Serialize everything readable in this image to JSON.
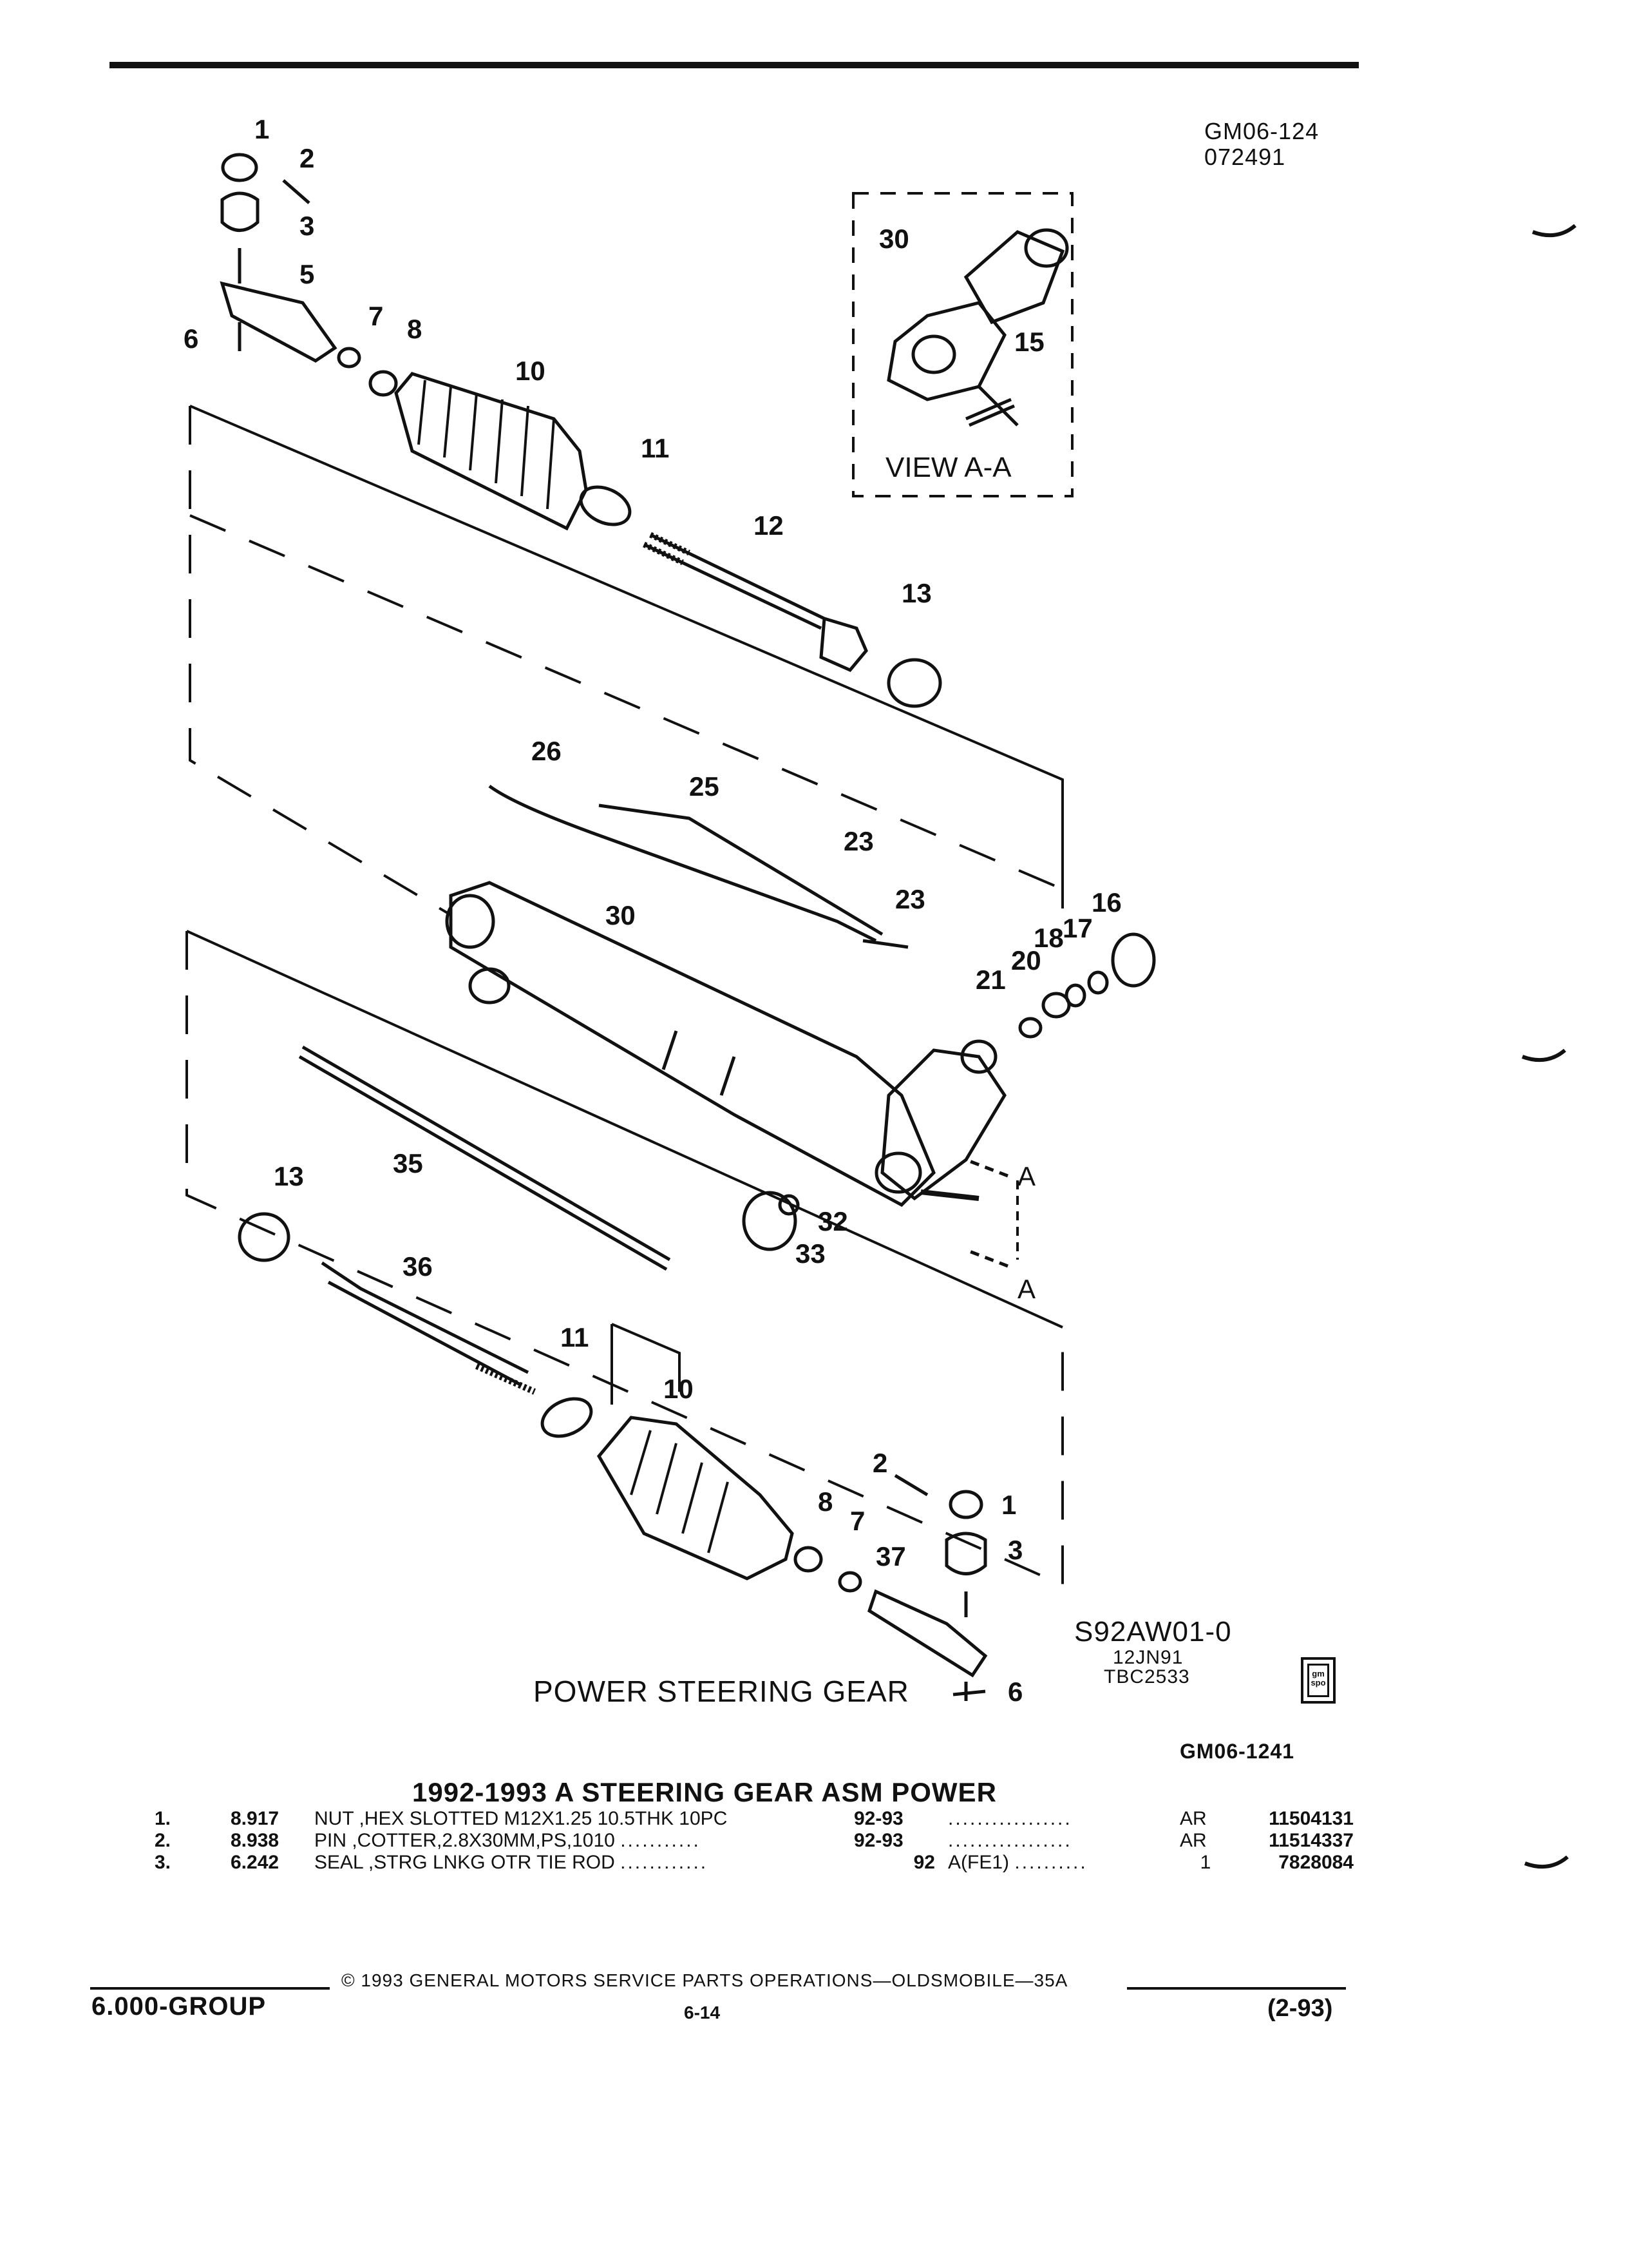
{
  "header": {
    "ref_line1": "GM06-124",
    "ref_line2": "072491"
  },
  "diagram": {
    "callouts": [
      "1",
      "2",
      "3",
      "5",
      "6",
      "7",
      "8",
      "10",
      "11",
      "12",
      "13",
      "15",
      "16",
      "17",
      "18",
      "20",
      "21",
      "23",
      "25",
      "26",
      "30",
      "32",
      "33",
      "35",
      "36",
      "37"
    ],
    "view_label": "VIEW  A-A",
    "view_marker": "A",
    "caption": "POWER  STEERING  GEAR",
    "source_ref": "S92AW01-0",
    "source_date": "12JN91",
    "source_code": "TBC2533",
    "logo_text": "gm spo"
  },
  "doc_ref": "GM06-1241",
  "parts_title": "1992-1993 A STEERING GEAR ASM POWER",
  "parts": [
    {
      "idx": "1.",
      "code": "8.917",
      "desc": "NUT ,HEX SLOTTED M12X1.25 10.5THK 10PC",
      "desc_dots": "",
      "years": "92-93",
      "note": "",
      "note_dots": ".................",
      "qty": "AR",
      "part_no": "11504131"
    },
    {
      "idx": "2.",
      "code": "8.938",
      "desc": "PIN ,COTTER,2.8X30MM,PS,1010",
      "desc_dots": "...........",
      "years": "92-93",
      "note": "",
      "note_dots": ".................",
      "qty": "AR",
      "part_no": "11514337"
    },
    {
      "idx": "3.",
      "code": "6.242",
      "desc": "SEAL ,STRG LNKG OTR TIE ROD",
      "desc_dots": "............",
      "years": "92",
      "note": "A(FE1)",
      "note_dots": "..........",
      "qty": "1",
      "part_no": "7828084"
    }
  ],
  "footer": {
    "copyright": "©  1993  GENERAL MOTORS SERVICE PARTS OPERATIONS—OLDSMOBILE—35A",
    "group": "6.000-GROUP",
    "page": "6-14",
    "date": "(2-93)"
  }
}
